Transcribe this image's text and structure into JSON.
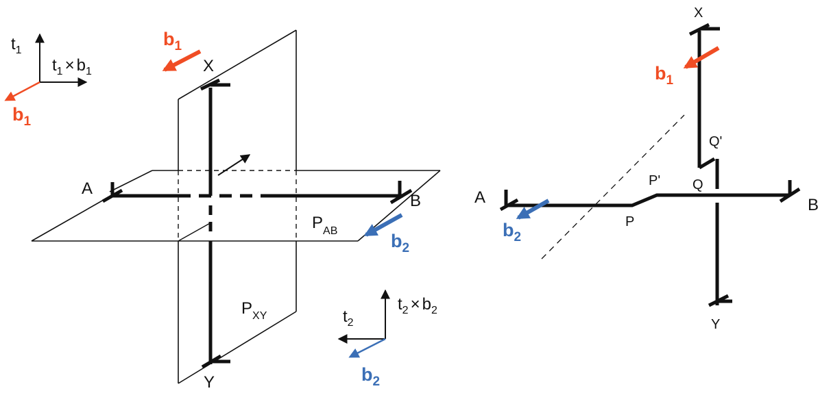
{
  "colors": {
    "ink": "#111111",
    "b1": "#f04d24",
    "b2": "#3b6fb6"
  },
  "labels": {
    "t": "t",
    "b": "b",
    "cross": "×",
    "one": "1",
    "two": "2",
    "A": "A",
    "B": "B",
    "X": "X",
    "Y": "Y",
    "P": "P",
    "P_prime": "P'",
    "Q": "Q",
    "Q_prime": "Q'",
    "plane_main": "P",
    "plane_ab_sub": "AB",
    "plane_xy_sub": "XY"
  }
}
